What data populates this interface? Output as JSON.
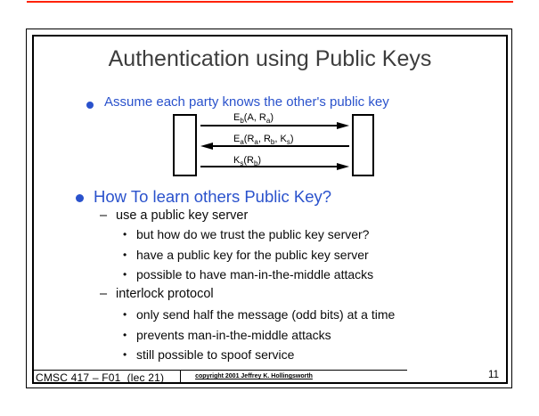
{
  "slide": {
    "title": "Authentication using Public Keys",
    "bullet1": "Assume each party knows the other's public key",
    "bullet2": "How To learn others Public Key?",
    "list": {
      "dash1": "use a public key server",
      "dot1": "but how do we trust the public key server?",
      "dot2": "have a public key for the public key server",
      "dot3": "possible to have man-in-the-middle attacks",
      "dash2": "interlock protocol",
      "dot4": "only send half the message (odd bits) at a time",
      "dot5": "prevents man-in-the-middle attacks",
      "dot6": "still possible to spoof service"
    },
    "glyphs": {
      "dash": "–",
      "dot": "•"
    },
    "diagram": {
      "messages": [
        {
          "direction": "right",
          "runs": [
            {
              "t": "E"
            },
            {
              "t": "b",
              "sub": true
            },
            {
              "t": "(A, R"
            },
            {
              "t": "a",
              "sub": true
            },
            {
              "t": ")"
            }
          ]
        },
        {
          "direction": "left",
          "runs": [
            {
              "t": "E"
            },
            {
              "t": "a",
              "sub": true
            },
            {
              "t": "(R"
            },
            {
              "t": "a",
              "sub": true
            },
            {
              "t": ", R"
            },
            {
              "t": "b",
              "sub": true
            },
            {
              "t": ", K"
            },
            {
              "t": "s",
              "sub": true
            },
            {
              "t": ")"
            }
          ]
        },
        {
          "direction": "right",
          "runs": [
            {
              "t": "K"
            },
            {
              "t": "s",
              "sub": true
            },
            {
              "t": "(R"
            },
            {
              "t": "b",
              "sub": true
            },
            {
              "t": ")"
            }
          ]
        }
      ]
    },
    "footer": {
      "left": "CMSC 417 – F01  (lec 21)",
      "center": "copyright 2001  Jeffrey K. Hollingsworth",
      "page": "11"
    },
    "colors": {
      "accent_blue": "#2A52CC",
      "top_line_red": "#FF2200",
      "title_gray": "#3D3D3D"
    }
  }
}
